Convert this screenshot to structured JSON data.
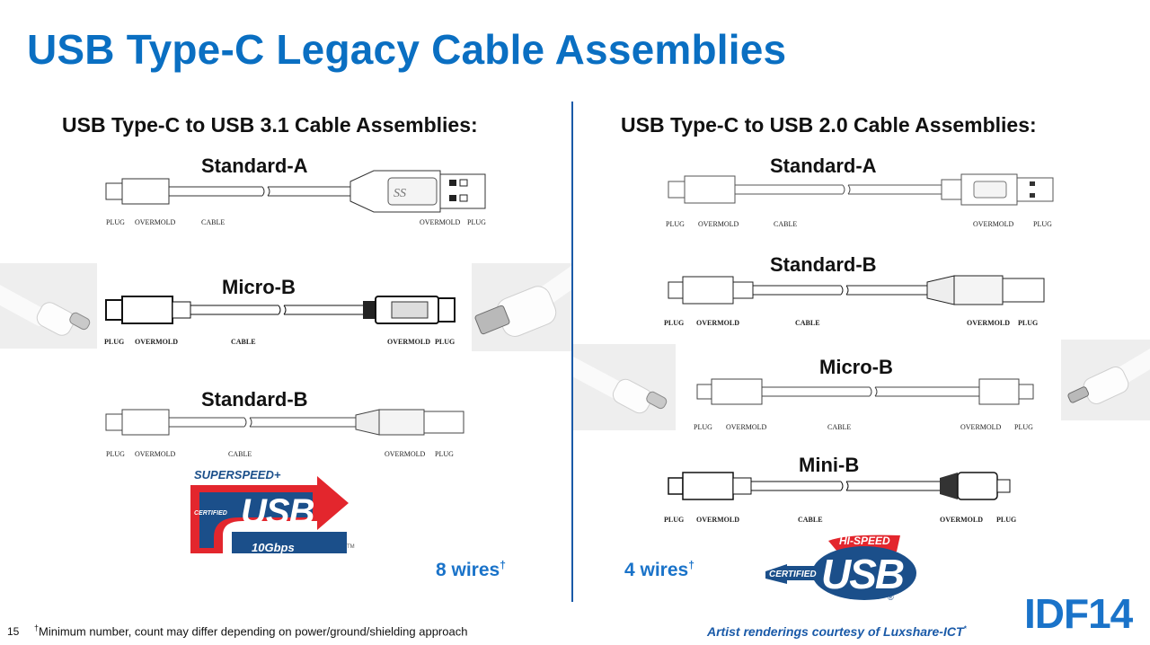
{
  "title": "USB Type-C Legacy Cable Assemblies",
  "left": {
    "heading": "USB Type-C to USB 3.1 Cable Assemblies:",
    "cables": [
      {
        "name": "Standard-A",
        "labels": [
          "PLUG",
          "OVERMOLD",
          "CABLE",
          "OVERMOLD",
          "PLUG"
        ]
      },
      {
        "name": "Micro-B",
        "labels": [
          "PLUG",
          "OVERMOLD",
          "CABLE",
          "OVERMOLD",
          "PLUG"
        ]
      },
      {
        "name": "Standard-B",
        "labels": [
          "PLUG",
          "OVERMOLD",
          "CABLE",
          "OVERMOLD",
          "PLUG"
        ]
      }
    ],
    "logo": {
      "line1": "SUPERSPEED+",
      "badge": "CERTIFIED",
      "word": "USB",
      "speed": "10Gbps",
      "tm": "TM"
    },
    "wires": "8 wires",
    "dagger": "†"
  },
  "right": {
    "heading": "USB Type-C to USB 2.0 Cable Assemblies:",
    "cables": [
      {
        "name": "Standard-A",
        "labels": [
          "PLUG",
          "OVERMOLD",
          "CABLE",
          "OVERMOLD",
          "PLUG"
        ]
      },
      {
        "name": "Standard-B",
        "labels": [
          "PLUG",
          "OVERMOLD",
          "CABLE",
          "OVERMOLD",
          "PLUG"
        ]
      },
      {
        "name": "Micro-B",
        "labels": [
          "PLUG",
          "OVERMOLD",
          "CABLE",
          "OVERMOLD",
          "PLUG"
        ]
      },
      {
        "name": "Mini-B",
        "labels": [
          "PLUG",
          "OVERMOLD",
          "CABLE",
          "OVERMOLD",
          "PLUG"
        ]
      }
    ],
    "logo": {
      "line1": "HI-SPEED",
      "badge": "CERTIFIED",
      "word": "USB",
      "reg": "®"
    },
    "wires": "4 wires",
    "dagger": "†"
  },
  "footer": {
    "page_number": "15",
    "footnote_mark": "†",
    "footnote": "Minimum number, count may differ depending on power/ground/shielding approach",
    "credit": "Artist renderings courtesy of Luxshare-ICT",
    "credit_mark": "*",
    "brand": "IDF14"
  },
  "colors": {
    "title": "#0a6fc2",
    "accent_blue": "#1a73c9",
    "logo_red": "#e3262d",
    "logo_navy": "#1b4f8a"
  }
}
